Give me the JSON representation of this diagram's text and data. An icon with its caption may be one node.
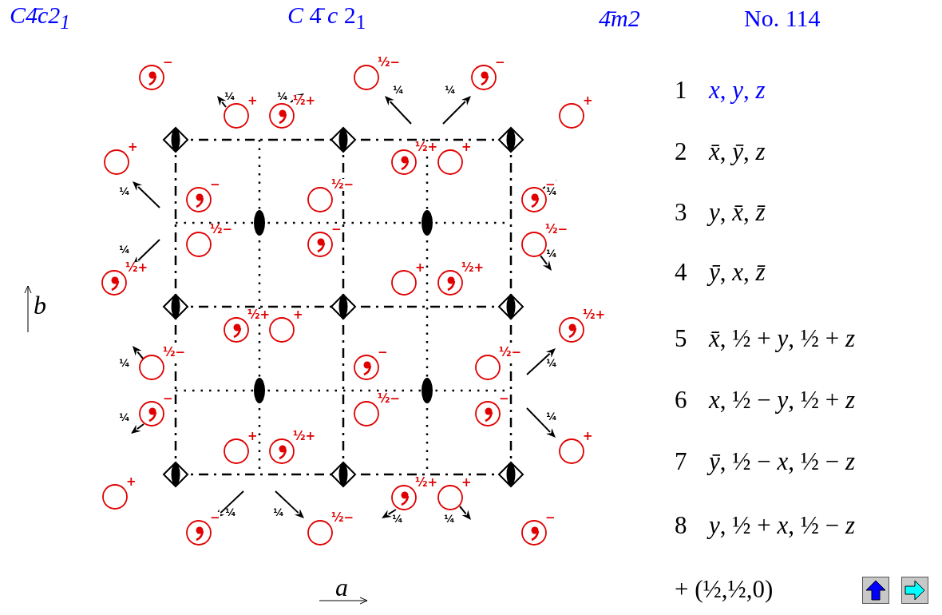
{
  "diagram": {
    "nodes": [
      {
        "text": [],
        "shape": "circle",
        "beside": [
          "−"
        ]
      },
      {
        "text": [],
        "shape": "circle",
        "beside": [
          "+"
        ]
      },
      {
        "text": [],
        "shape": "circle",
        "beside": [
          "½+"
        ]
      },
      {
        "text": [],
        "shape": "circle",
        "beside": [
          "½−"
        ]
      },
      {
        "text": [],
        "shape": "circle",
        "beside": [
          "−"
        ]
      },
      {
        "text": [],
        "shape": "circle",
        "beside": [
          "+"
        ]
      },
      {
        "text": [],
        "shape": "circle",
        "beside": [
          "+"
        ]
      },
      {
        "text": [],
        "shape": "circle",
        "beside": [
          "−"
        ]
      },
      {
        "text": [],
        "shape": "circle",
        "beside": [
          "½−"
        ]
      },
      {
        "text": [],
        "shape": "circle",
        "beside": [
          "½−"
        ]
      },
      {
        "text": [],
        "shape": "circle",
        "beside": [
          "−"
        ]
      },
      {
        "text": [],
        "shape": "circle",
        "beside": [
          "½+"
        ]
      },
      {
        "text": [],
        "shape": "circle",
        "beside": [
          "+"
        ]
      },
      {
        "text": [],
        "shape": "circle",
        "beside": [
          "−"
        ]
      },
      {
        "text": [],
        "shape": "circle",
        "beside": [
          "½−"
        ]
      },
      {
        "text": [],
        "shape": "circle",
        "beside": [
          "½+"
        ]
      },
      {
        "text": [],
        "shape": "circle",
        "beside": [
          "+"
        ]
      },
      {
        "text": [],
        "shape": "circle",
        "beside": [
          "½+"
        ]
      },
      {
        "text": [],
        "shape": "circle",
        "beside": [
          "½+"
        ]
      },
      {
        "text": [],
        "shape": "circle",
        "beside": [
          "+"
        ]
      },
      {
        "text": [],
        "shape": "circle",
        "beside": [
          "½+"
        ]
      },
      {
        "text": [],
        "shape": "circle",
        "beside": [
          "½−"
        ]
      },
      {
        "text": [],
        "shape": "circle",
        "beside": [
          "−"
        ]
      },
      {
        "text": [],
        "shape": "circle",
        "beside": [
          "½−"
        ]
      },
      {
        "text": [],
        "shape": "circle",
        "beside": [
          "−"
        ]
      },
      {
        "text": [],
        "shape": "circle",
        "beside": [
          "½−"
        ]
      },
      {
        "text": [],
        "shape": "circle",
        "beside": [
          "−"
        ]
      },
      {
        "text": [],
        "shape": "circle",
        "beside": [
          "+"
        ]
      },
      {
        "text": [],
        "shape": "circle",
        "beside": [
          "½+"
        ]
      },
      {
        "text": [],
        "shape": "circle",
        "beside": [
          "+"
        ]
      },
      {
        "text": [],
        "shape": "circle",
        "beside": [
          "+"
        ]
      },
      {
        "text": [],
        "shape": "circle",
        "beside": [
          "−"
        ]
      },
      {
        "text": [],
        "shape": "circle",
        "beside": [
          "½−"
        ]
      },
      {
        "text": [],
        "shape": "circle",
        "beside": [
          "½+"
        ]
      },
      {
        "text": [],
        "shape": "circle",
        "beside": [
          "+"
        ]
      },
      {
        "text": [],
        "shape": "circle",
        "beside": [
          "−"
        ]
      }
    ],
    "labels": [
      "C4̄c2$_{1}$",
      "*C* 4̄ *c* 2$_{1}$",
      "4̄m2",
      "No. 114",
      "b",
      "a",
      "¼",
      "¼",
      "¼",
      "¼",
      "¼",
      "¼",
      "¼",
      "¼",
      "¼",
      "¼",
      "¼",
      "¼",
      "¼",
      "¼",
      "¼",
      "¼",
      "1",
      "*x*, *y*, *z*",
      "2",
      "*x̄*, *ȳ*, *z*",
      "3",
      "*y*, *x̄*, *z̄*",
      "4",
      "*ȳ*, *x*, *z̄*",
      "5",
      "*x̄*, ½ + *y*, ½ + *z*",
      "6",
      "*x*, ½ − *y*, ½ + *z*",
      "7",
      "*ȳ*, ½ − *x*, ½ − *z*",
      "8",
      "*y*, ½ + *x*, ½ − *z*",
      "+ (½,½,0)"
    ]
  }
}
